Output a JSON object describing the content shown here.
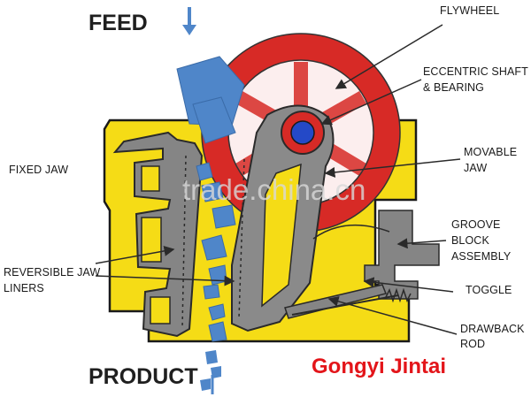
{
  "diagram": {
    "feed_label": "FEED",
    "product_label": "PRODUCT",
    "labels": {
      "flywheel": "FLYWHEEL",
      "eccentric_line1": "ECCENTRIC SHAFT",
      "eccentric_line2": "& BEARING",
      "movable_line1": "MOVABLE",
      "movable_line2": "JAW",
      "fixed_jaw": "FIXED JAW",
      "groove_line1": "GROOVE",
      "groove_line2": "BLOCK",
      "groove_line3": "ASSEMBLY",
      "reversible_line1": "REVERSIBLE JAW",
      "reversible_line2": "LINERS",
      "toggle": "TOGGLE",
      "drawback_line1": "DRAWBACK",
      "drawback_line2": "ROD"
    },
    "watermark": "trade.china.cn",
    "brand": "Gongyi Jintai"
  },
  "colors": {
    "frame": "#f5dc16",
    "flywheel": "#d72a26",
    "shaft": "#2449c7",
    "rock": "#4f86c9",
    "jaw": "#858585",
    "arrow": "#4f86c9",
    "brand": "#e3151a"
  }
}
